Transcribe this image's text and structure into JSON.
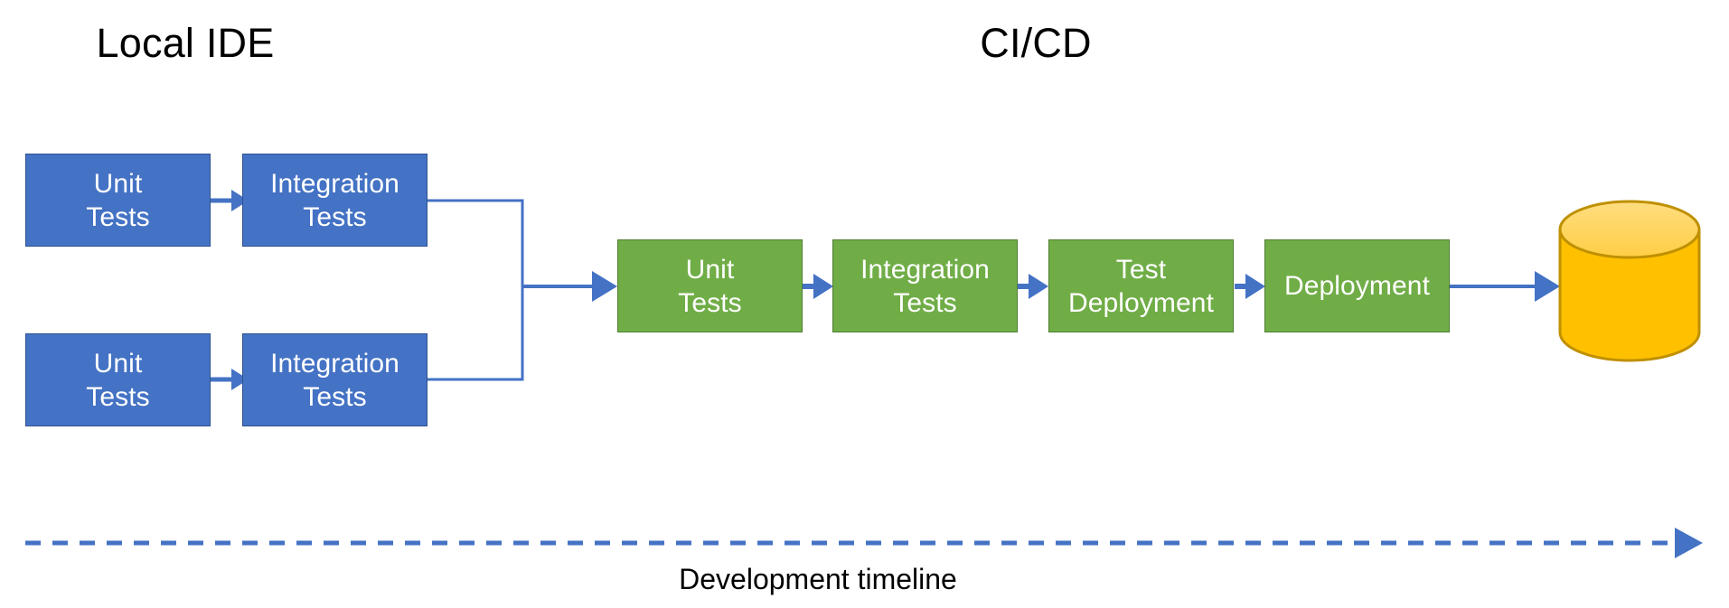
{
  "diagram": {
    "title_local": "Local IDE",
    "title_cicd": "CI/CD",
    "timeline_label": "Development timeline",
    "colors": {
      "blue_fill": "#4472C4",
      "blue_stroke": "#2F528F",
      "green_fill": "#70AD47",
      "green_stroke": "#507E32",
      "cylinder_fill": "#FFC000",
      "cylinder_top": "#FFD966",
      "cylinder_stroke": "#BF9000",
      "connector": "#4472C4",
      "text_dark": "#000000",
      "text_light": "#FFFFFF"
    },
    "local_nodes": [
      {
        "id": "local-unit-tests-1",
        "label": "Unit\nTests"
      },
      {
        "id": "local-integration-tests-1",
        "label": "Integration\nTests"
      },
      {
        "id": "local-unit-tests-2",
        "label": "Unit\nTests"
      },
      {
        "id": "local-integration-tests-2",
        "label": "Integration\nTests"
      }
    ],
    "cicd_nodes": [
      {
        "id": "cicd-unit-tests",
        "label": "Unit\nTests"
      },
      {
        "id": "cicd-integration-tests",
        "label": "Integration\nTests"
      },
      {
        "id": "cicd-test-deployment",
        "label": "Test\nDeployment"
      },
      {
        "id": "cicd-deployment",
        "label": "Deployment"
      }
    ],
    "datastore": {
      "id": "datastore-cylinder",
      "label": ""
    }
  }
}
